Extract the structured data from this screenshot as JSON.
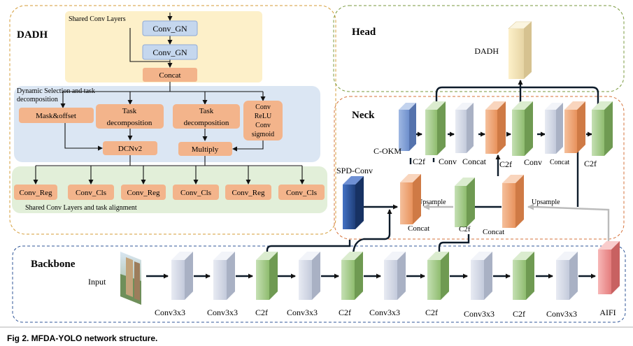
{
  "caption": "Fig 2.  MFDA-YOLO network structure.",
  "dadh": {
    "title": "DADH",
    "shared_top_label": "Shared Conv Layers",
    "conv_gn_1": "Conv_GN",
    "conv_gn_2": "Conv_GN",
    "concat": "Concat",
    "dyn_label_1": "Dynamic Selection and task",
    "dyn_label_2": "decomposition",
    "mask_offset": "Mask&offset",
    "task_a_1": "Task",
    "task_a_2": "decomposition",
    "task_b_1": "Task",
    "task_b_2": "decomposition",
    "stack_1": "Conv",
    "stack_2": "ReLU",
    "stack_3": "Conv",
    "stack_4": "sigmoid",
    "dcnv2": "DCNv2",
    "multiply": "Multiply",
    "outputs": [
      "Conv_Reg",
      "Conv_Cls",
      "Conv_Reg",
      "Conv_Cls",
      "Conv_Reg",
      "Conv_Cls"
    ],
    "bottom_label": "Shared Conv Layers and  task alignment"
  },
  "head": {
    "title": "Head",
    "dadh_label": "DADH"
  },
  "neck": {
    "title": "Neck",
    "c_okm": "C-OKM",
    "spd_conv": "SPD-Conv",
    "top_labels": [
      "C2f",
      "Conv",
      "Concat",
      "C2f",
      "Conv",
      "Concat",
      "C2f"
    ],
    "concat_left": "Concat",
    "c2f_mid": "C2f",
    "concat_right": "Concat",
    "upsample_1": "Upsample",
    "upsample_2": "Upsample"
  },
  "backbone": {
    "title": "Backbone",
    "input": "Input",
    "labels": [
      "Conv3x3",
      "Conv3x3",
      "C2f",
      "Conv3x3",
      "C2f",
      "Conv3x3",
      "C2f",
      "Conv3x3",
      "C2f",
      "Conv3x3",
      "AIFI"
    ]
  },
  "colors": {
    "orange_block": "#f3b48b",
    "green_block": "#a9d18e",
    "gray_block": "#d6dcea",
    "blue_block": "#2f5597",
    "pink_block": "#f19c9c",
    "yellow_panel": "#fdf0c9",
    "blue_panel": "#dbe6f3",
    "green_panel": "#e2efd9"
  }
}
